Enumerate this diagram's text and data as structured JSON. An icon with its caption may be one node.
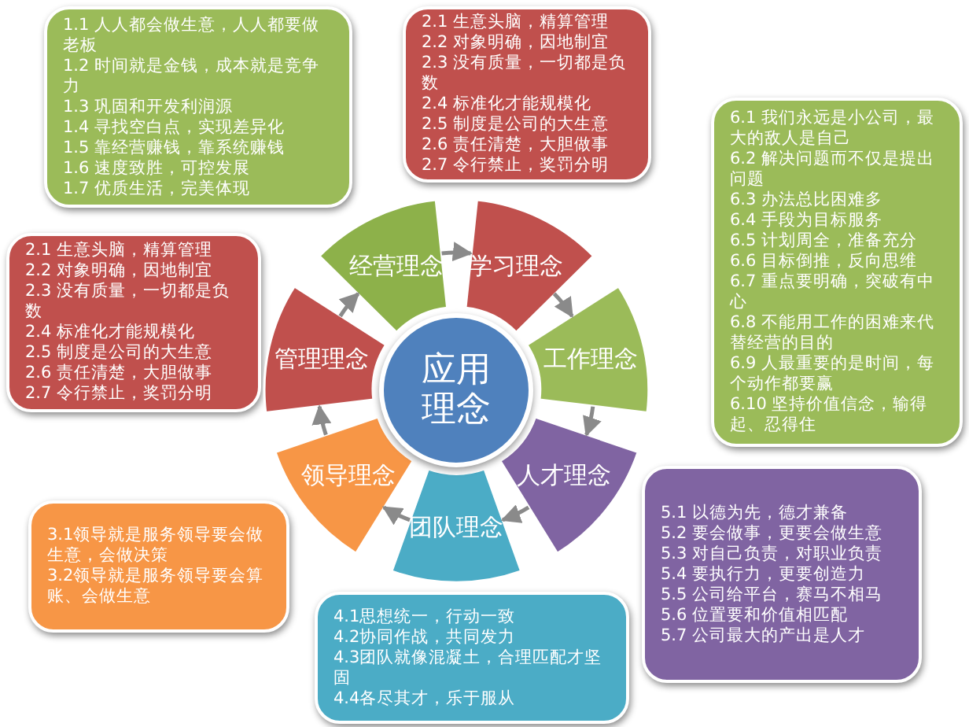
{
  "diagram": {
    "nodes": [
      {
        "text": [
          "1.1 人人都会做生意，人人都要做老板",
          "1.2 时间就是金钱，成本就是竞争力",
          "1.3 巩固和开发利润源",
          "1.4 寻找空白点，实现差异化",
          "1.5 靠经营赚钱，靠系统赚钱",
          "1.6 速度致胜，可控发展",
          "1.7 优质生活，完美体现"
        ]
      },
      {
        "text": [
          "2.1 生意头脑，精算管理",
          "2.2 对象明确，因地制宜",
          "2.3 没有质量，一切都是负数",
          "2.4 标准化才能规模化",
          "2.5 制度是公司的大生意",
          "2.6 责任清楚，大胆做事",
          "2.7 令行禁止，奖罚分明"
        ]
      },
      {
        "text": [
          "6.1 我们永远是小公司，最大的敌人是自己",
          "6.2 解决问题而不仅是提出问题",
          "6.3 办法总比困难多",
          "6.4 手段为目标服务",
          "6.5 计划周全，准备充分",
          "6.6 目标倒推，反向思维",
          "6.7 重点要明确，突破有中心",
          "6.8 不能用工作的困难来代替经营的目的",
          "6.9 人最重要的是时间，每个动作都要赢",
          "6.10 坚持价值信念，输得起、忍得住"
        ]
      },
      {
        "text": [
          "经营理念"
        ]
      },
      {
        "text": [
          "学习理念"
        ]
      },
      {
        "text": [
          "2.1 生意头脑，精算管理",
          "2.2 对象明确，因地制宜",
          "2.3 没有质量，一切都是负数",
          "2.4 标准化才能规模化",
          "2.5 制度是公司的大生意",
          "2.6 责任清楚，大胆做事",
          "2.7 令行禁止，奖罚分明"
        ]
      },
      {
        "text": [
          "管理理念"
        ]
      },
      {
        "text": [
          "应用理念"
        ]
      },
      {
        "text": [
          "工作理念"
        ]
      },
      {
        "text": [
          "领导理念"
        ]
      },
      {
        "text": [
          "人才理念"
        ]
      },
      {
        "text": [
          "3.1领导就是服务领导要会做生意，会做决策",
          "3.2领导就是服务领导要会算账、会做生意"
        ]
      },
      {
        "text": [
          "团队理念"
        ]
      },
      {
        "text": [
          "5.1 以德为先，德才兼备",
          "5.2 要会做事，更要会做生意",
          "5.3 对自己负责，对职业负责",
          "5.4 要执行力，更要创造力",
          "5.5 公司给平台，赛马不相马",
          "5.6 位置要和价值相匹配",
          "5.7 公司最大的产出是人才"
        ]
      },
      {
        "text": [
          "4.1思想统一，行动一致",
          "4.2协同作战，共同发力",
          "4.3团队就像混凝土，合理匹配才坚固",
          "4.4各尽其才，乐于服从"
        ]
      }
    ],
    "edges": [
      {
        "from": 3,
        "to": 4,
        "arrow": "to"
      },
      {
        "from": 4,
        "to": 8,
        "arrow": "to"
      },
      {
        "from": 8,
        "to": 10,
        "arrow": "to"
      },
      {
        "from": 10,
        "to": 12,
        "arrow": "to"
      },
      {
        "from": 12,
        "to": 9,
        "arrow": "to"
      },
      {
        "from": 9,
        "to": 6,
        "arrow": "to"
      },
      {
        "from": 6,
        "to": 3,
        "arrow": "to"
      }
    ]
  }
}
